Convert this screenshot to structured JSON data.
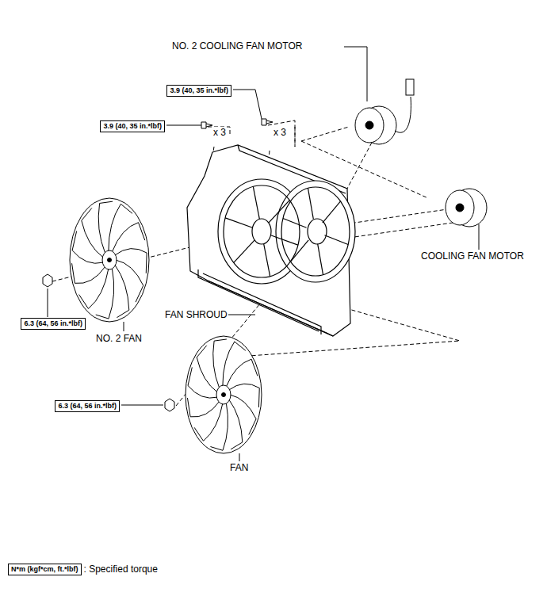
{
  "diagram": {
    "nodes": [
      {
        "text": [
          "3.9 (40, 35 in.*lbf)"
        ]
      },
      {
        "text": [
          "3.9 (40, 35 in.*lbf)"
        ]
      },
      {
        "text": [
          "6.3 (64, 56 in.*lbf)"
        ]
      },
      {
        "text": [
          "6.3 (64, 56 in.*lbf)"
        ]
      },
      {
        "text": [
          "N*m (kgf*cm, ft.*lbf)"
        ]
      }
    ],
    "labels": [
      "NO. 2 COOLING FAN MOTOR",
      "x 3",
      "x 3",
      "COOLING FAN MOTOR",
      "FAN SHROUD",
      "NO. 2 FAN",
      "FAN",
      ": Specified torque"
    ]
  }
}
